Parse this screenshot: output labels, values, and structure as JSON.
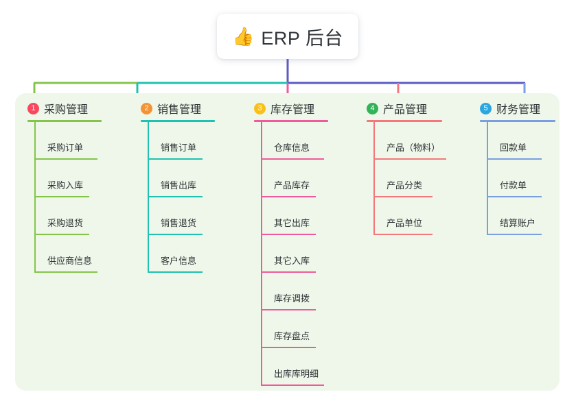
{
  "title": {
    "icon": "thumbs-up-icon",
    "emoji": "👍",
    "text": "ERP 后台"
  },
  "colors": {
    "panel_bg": "#eef7e9",
    "page_bg": "#ffffff",
    "stem": "#5b5bc4",
    "text": "#2f3438",
    "col1": "#84c44a",
    "col2": "#1fc2b0",
    "col3": "#ef5a9c",
    "col4": "#f4777c",
    "col5": "#7a9fe0",
    "badge1": "#f8475e",
    "badge2": "#f79232",
    "badge3": "#f9c01c",
    "badge4": "#30b457",
    "badge5": "#2ba6e0"
  },
  "columns": [
    {
      "number": "1",
      "title": "采购管理",
      "badge_color": "#f8475e",
      "line_color": "#84c44a",
      "items": [
        "采购订单",
        "采购入库",
        "采购退货",
        "供应商信息"
      ]
    },
    {
      "number": "2",
      "title": "销售管理",
      "badge_color": "#f79232",
      "line_color": "#1fc2b0",
      "items": [
        "销售订单",
        "销售出库",
        "销售退货",
        "客户信息"
      ]
    },
    {
      "number": "3",
      "title": "库存管理",
      "badge_color": "#f9c01c",
      "line_color": "#ef5a9c",
      "items": [
        "仓库信息",
        "产品库存",
        "其它出库",
        "其它入库",
        "库存调拨",
        "库存盘点",
        "出库库明细"
      ]
    },
    {
      "number": "4",
      "title": "产品管理",
      "badge_color": "#30b457",
      "line_color": "#f4777c",
      "items": [
        "产品（物料）",
        "产品分类",
        "产品单位"
      ]
    },
    {
      "number": "5",
      "title": "财务管理",
      "badge_color": "#2ba6e0",
      "line_color": "#7a9fe0",
      "items": [
        "回款单",
        "付款单",
        "结算账户"
      ]
    }
  ],
  "layout": {
    "column_x": [
      40,
      205,
      370,
      534,
      699
    ],
    "column_head_width": [
      108,
      108,
      108,
      110,
      110
    ],
    "item_widths": [
      [
        92,
        80,
        80,
        92
      ],
      [
        80,
        80,
        80,
        80
      ],
      [
        92,
        80,
        80,
        80,
        80,
        80,
        92
      ],
      [
        106,
        86,
        86
      ],
      [
        80,
        80,
        80
      ]
    ]
  }
}
